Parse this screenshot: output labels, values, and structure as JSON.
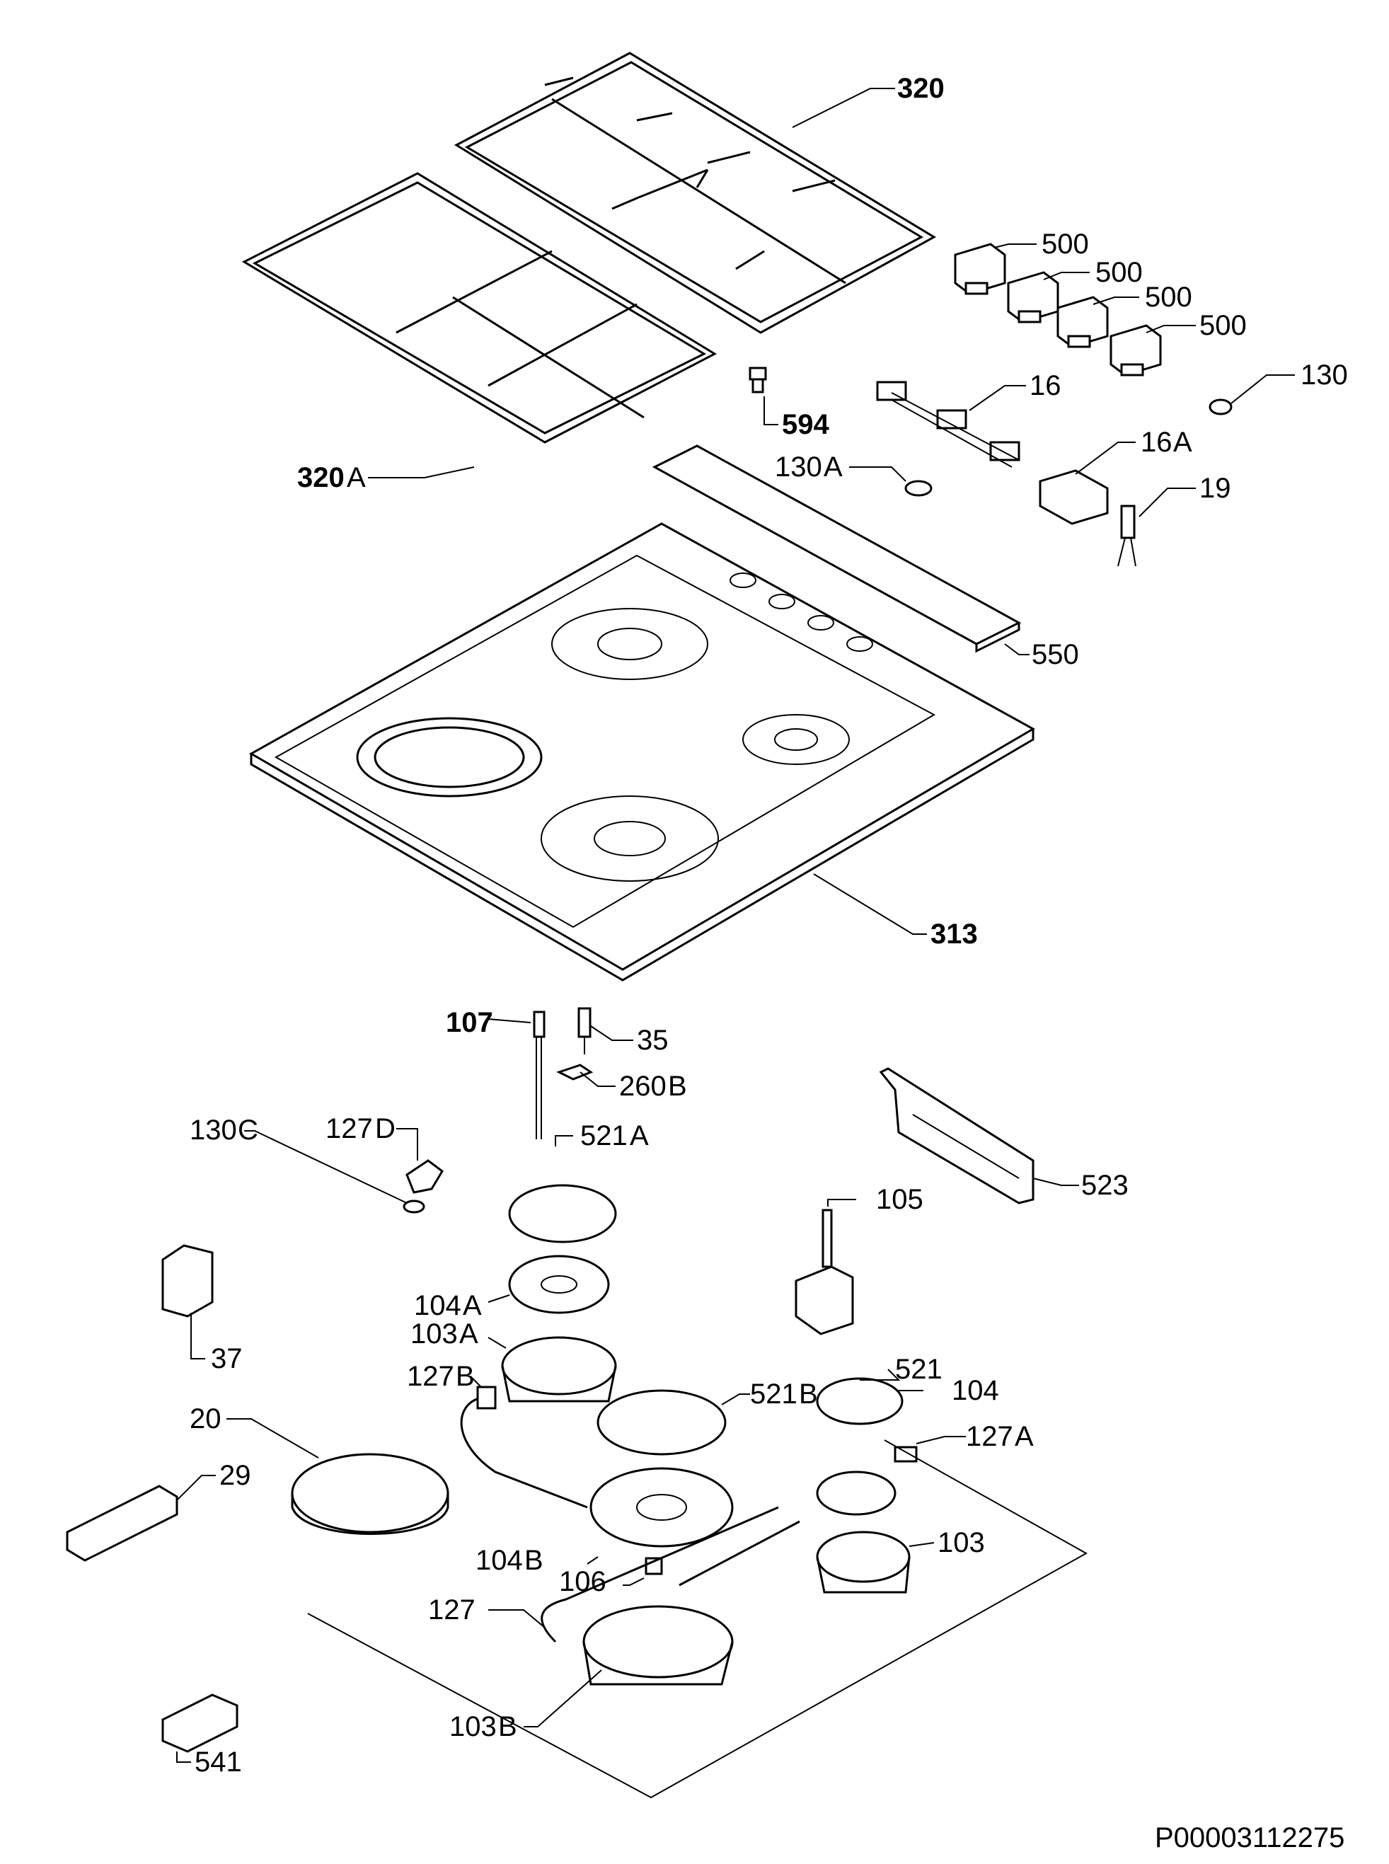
{
  "doc_id": "P00003112275",
  "labels": {
    "l320": "320",
    "l320a_n": "320",
    "l320a_s": "A",
    "l500a": "500",
    "l500b": "500",
    "l500c": "500",
    "l500d": "500",
    "l130": "130",
    "l16": "16",
    "l16a_n": "16",
    "l16a_s": "A",
    "l19": "19",
    "l594": "594",
    "l130a_n": "130",
    "l130a_s": "A",
    "l550": "550",
    "l313": "313",
    "l107": "107",
    "l35": "35",
    "l260b_n": "260",
    "l260b_s": "B",
    "l523": "523",
    "l130c_n": "130",
    "l130c_s": "C",
    "l127d_n": "127",
    "l127d_s": "D",
    "l521a_n": "521",
    "l521a_s": "A",
    "l105": "105",
    "l37": "37",
    "l104a_n": "104",
    "l104a_s": "A",
    "l103a_n": "103",
    "l103a_s": "A",
    "l127b_n": "127",
    "l127b_s": "B",
    "l521": "521",
    "l104": "104",
    "l521b_n": "521",
    "l521b_s": "B",
    "l20": "20",
    "l127a_n": "127",
    "l127a_s": "A",
    "l29": "29",
    "l103": "103",
    "l104b_n": "104",
    "l104b_s": "B",
    "l106": "106",
    "l127": "127",
    "l103b_n": "103",
    "l103b_s": "B",
    "l541": "541"
  }
}
